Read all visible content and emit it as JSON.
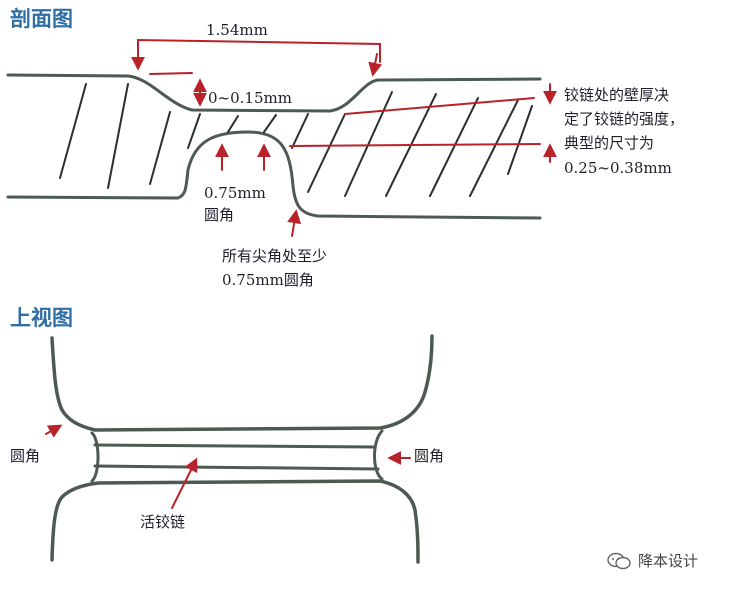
{
  "section_view": {
    "heading": "剖面图",
    "dimension_width": "1.54mm",
    "dimension_gap": "0~0.15mm",
    "radius_label_line1": "0.75mm",
    "radius_label_line2": "圆角",
    "corner_note_line1": "所有尖角处至少",
    "corner_note_line2": "0.75mm圆角",
    "wall_note": [
      "铰链处的壁厚决",
      "定了铰链的强度，",
      "典型的尺寸为",
      "0.25~0.38mm"
    ]
  },
  "top_view": {
    "heading": "上视图",
    "left_fillet_label": "圆角",
    "right_fillet_label": "圆角",
    "hinge_label": "活铰链"
  },
  "watermark": {
    "text": "降本设计"
  },
  "colors": {
    "outline": "#4d5a52",
    "hatch": "#2a2f33",
    "annotation": "#b8232a",
    "heading": "#2f6fa6"
  }
}
